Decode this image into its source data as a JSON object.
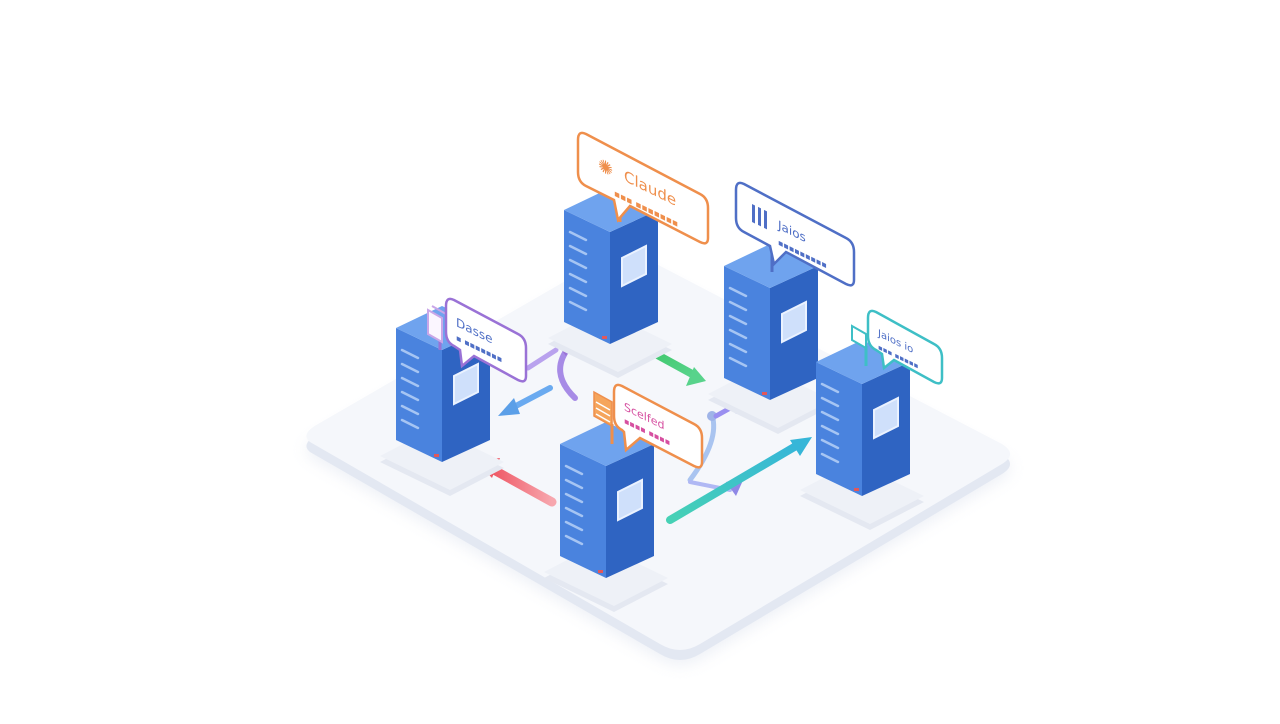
{
  "diagram": {
    "colors": {
      "background": "#ffffff",
      "platform_top": "#f4f6fb",
      "platform_side": "#e2e7f2",
      "server_front": "#4a83de",
      "server_side": "#2f64c2",
      "server_top": "#6fa3ee",
      "server_base": "#eef1f7",
      "led": "#e0585b"
    },
    "labels": {
      "top": {
        "title": "Claude",
        "subtitle": "▪▪▪ ▪▪▪▪▪▪▪",
        "color": "#ef8f4c",
        "icon": "claude-icon"
      },
      "right_top": {
        "title": "Jaios",
        "subtitle": "▪▪▪▪▪▪▪▪▪",
        "color": "#4f6fc6",
        "icon": "bars-icon"
      },
      "left": {
        "title": "Dasse",
        "subtitle": "▪ ▪▪▪▪▪▪▪",
        "color": "#9a72d6",
        "icon": "folder-icon"
      },
      "right": {
        "title": "Jaios io",
        "subtitle": "▪▪▪ ▪▪▪▪▪",
        "color": "#3ebfc6",
        "icon": "chat-icon"
      },
      "center": {
        "title": "Scelfed",
        "subtitle": "▪▪▪▪ ▪▪▪▪",
        "color": "#ef8f4c",
        "text_color": "#d64fa0",
        "icon": "db-icon"
      }
    },
    "arrows": [
      {
        "id": "green",
        "color": "#4ccb79"
      },
      {
        "id": "purple",
        "color": "#9a72d6"
      },
      {
        "id": "blue",
        "color": "#5b9fe8"
      },
      {
        "id": "red",
        "color": "#ef5a67"
      },
      {
        "id": "teal",
        "color": "#3ec7cf"
      },
      {
        "id": "lavender",
        "color": "#8f88e6"
      }
    ]
  }
}
